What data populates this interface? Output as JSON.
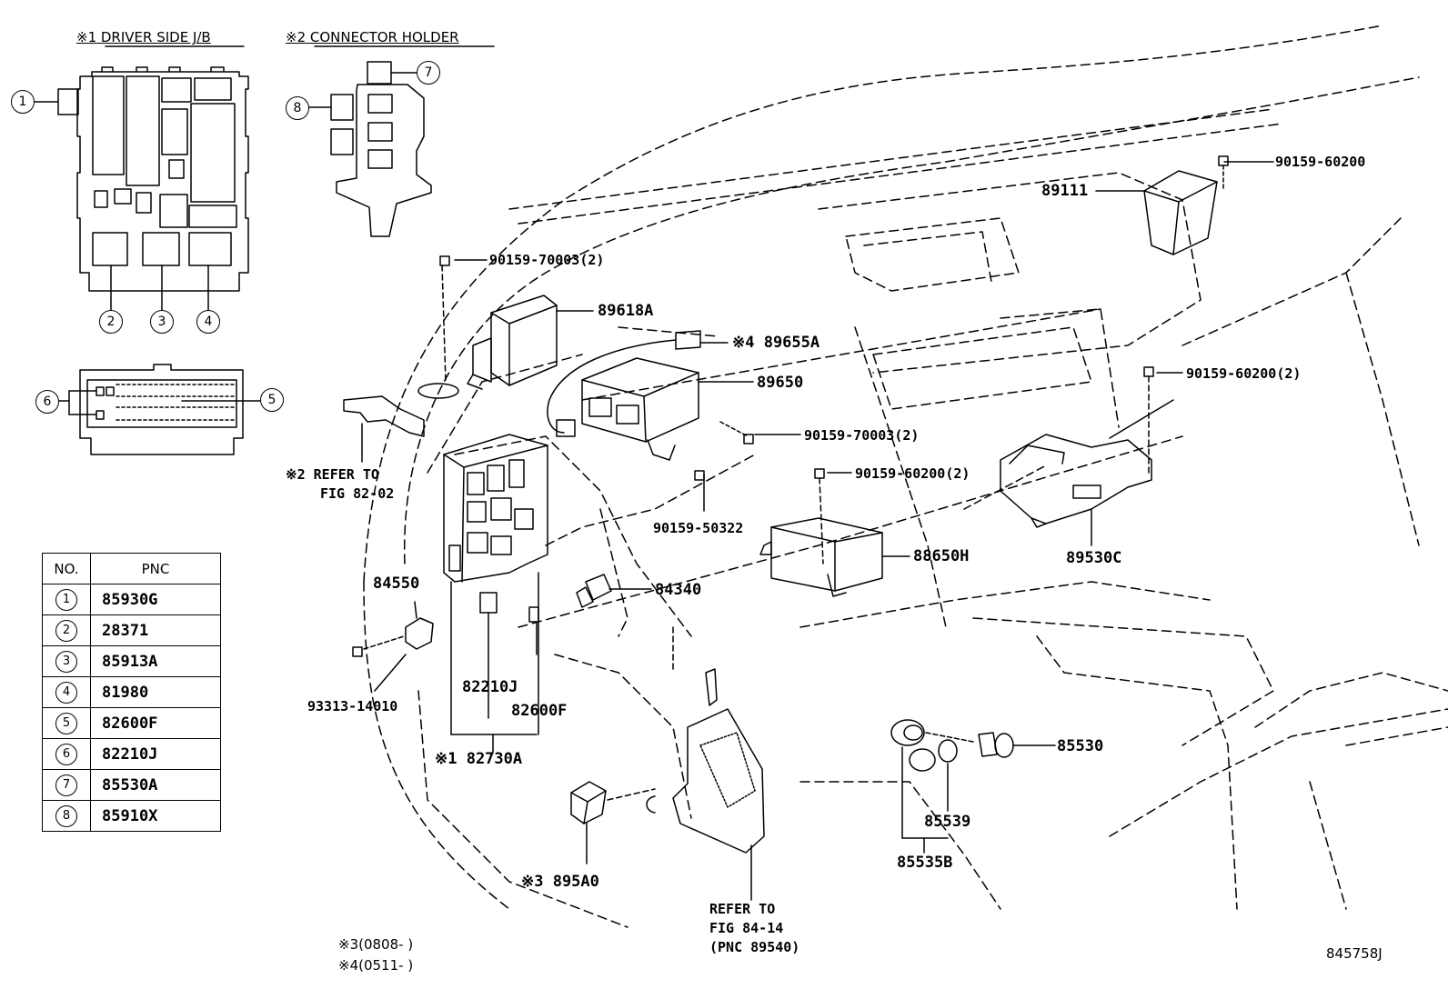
{
  "headers": {
    "driver_jb": "※1 DRIVER SIDE J/B",
    "connector_holder": "※2 CONNECTOR HOLDER"
  },
  "callout_numbers": [
    "1",
    "2",
    "3",
    "4",
    "5",
    "6",
    "7",
    "8"
  ],
  "table": {
    "col_no": "NO.",
    "col_pnc": "PNC",
    "rows": [
      {
        "no": "1",
        "pnc": "85930G"
      },
      {
        "no": "2",
        "pnc": "28371"
      },
      {
        "no": "3",
        "pnc": "85913A"
      },
      {
        "no": "4",
        "pnc": "81980"
      },
      {
        "no": "5",
        "pnc": "82600F"
      },
      {
        "no": "6",
        "pnc": "82210J"
      },
      {
        "no": "7",
        "pnc": "85530A"
      },
      {
        "no": "8",
        "pnc": "85910X"
      }
    ]
  },
  "labels": {
    "p90159_60200_top": "90159-60200",
    "p89111": "89111",
    "p90159_70003_a": "90159-70003(2)",
    "p89618A": "89618A",
    "p89655A": "※4 89655A",
    "p89650": "89650",
    "p90159_60200_b": "90159-60200(2)",
    "p90159_70003_b": "90159-70003(2)",
    "p90159_60200_c": "90159-60200(2)",
    "p90159_50322": "90159-50322",
    "p88650H": "88650H",
    "p89530C": "89530C",
    "refer_82_line1": "※2 REFER TO",
    "refer_82_line2": "FIG 82-02",
    "p84550": "84550",
    "p84340": "84340",
    "p82210J": "82210J",
    "p82600F": "82600F",
    "p93313": "93313-14010",
    "p82730A": "※1 82730A",
    "p85530": "85530",
    "p85539": "85539",
    "p85535B": "85535B",
    "p895A0": "※3 895A0",
    "refer_84_line1": "REFER TO",
    "refer_84_line2": "FIG 84-14",
    "refer_84_line3": "(PNC 89540)",
    "note3": "※3(0808-     )",
    "note4": "※4(0511-     )",
    "figure_id": "845758J"
  }
}
